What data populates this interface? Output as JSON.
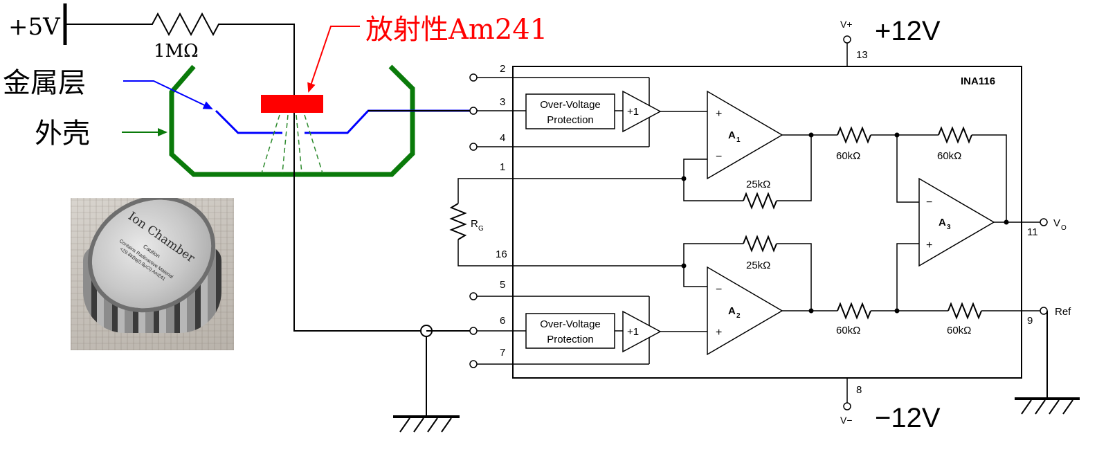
{
  "supply": {
    "label": "+5V",
    "resistor": "1MΩ"
  },
  "chamber": {
    "source_label": "放射性Am241",
    "metal_layer_label": "金属层",
    "shell_label": "外壳"
  },
  "photo": {
    "title": "Ion Chamber",
    "caution": "Caution",
    "line1": "Contains Radioactive Material",
    "line2": "<29.6kBq(0.8μCi) Am241"
  },
  "ic": {
    "name": "INA116",
    "vplus": {
      "label": "V+",
      "pin": "13",
      "supply": "+12V"
    },
    "vminus": {
      "label": "V−",
      "pin": "8",
      "supply": "−12V"
    },
    "pins": [
      "2",
      "3",
      "4",
      "1",
      "16",
      "5",
      "6",
      "7",
      "11",
      "9"
    ],
    "ovp_line1": "Over-Voltage",
    "ovp_line2": "Protection",
    "buffer": "+1",
    "a1": "A",
    "a1_sub": "1",
    "a2": "A",
    "a2_sub": "2",
    "a3": "A",
    "a3_sub": "3",
    "plus": "+",
    "minus": "−",
    "r25": "25kΩ",
    "r60": "60kΩ",
    "rg": "R",
    "rg_sub": "G",
    "vo": "V",
    "vo_sub": "O",
    "ref": "Ref"
  },
  "colors": {
    "wire": "#000000",
    "shell": "#0a7a0a",
    "metal": "#0000ff",
    "source": "#ff0000",
    "beam": "#2e8b2e"
  }
}
